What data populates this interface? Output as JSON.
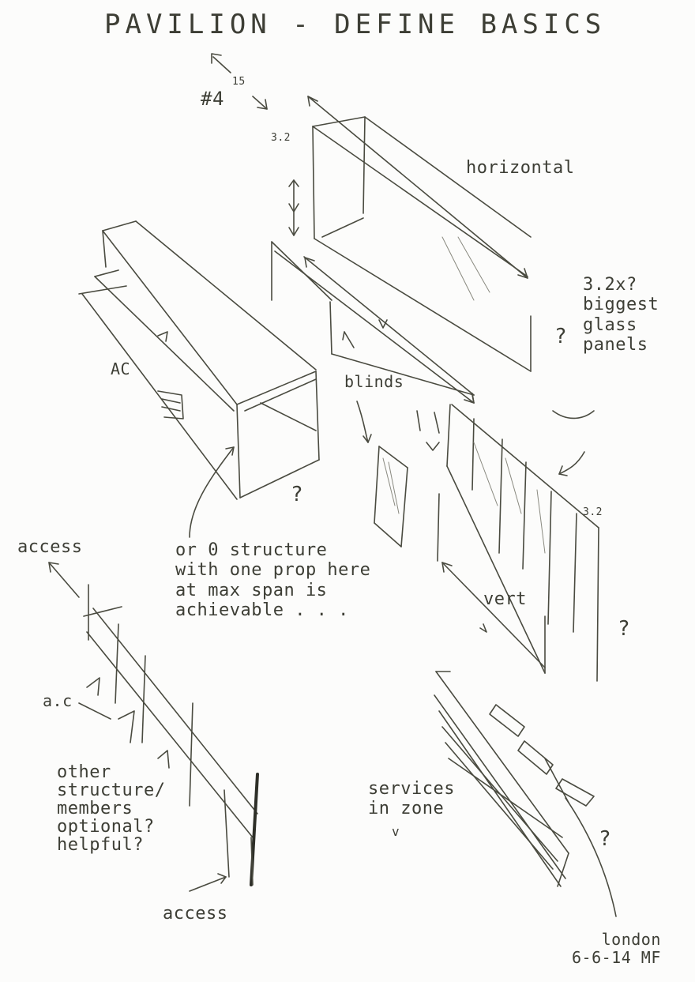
{
  "title": "PAVILION - DEFINE BASICS",
  "labels": {
    "ref_number": "#4",
    "ref_15": "15",
    "dim_top": "3.2",
    "dim_right": "3.2",
    "horizontal": "horizontal",
    "glass_note": "3.2x?\nbiggest\nglass\npanels",
    "ac_upper": "AC",
    "blinds": "blinds",
    "structure_note": "or 0 structure\nwith one prop here\nat max span is\nachievable . . .",
    "vert": "vert",
    "access_top": "access",
    "ac_lower": "a.c",
    "members_note": "other\nstructure/\nmembers\noptional?\nhelpful?",
    "access_bottom": "access",
    "services_note": "services\nin zone",
    "services_mark": "v",
    "signature": "london\n6-6-14 MF",
    "question_1": "?",
    "question_2": "?",
    "question_3": "?",
    "question_4": "?"
  },
  "colors": {
    "pencil": "#3d3e35",
    "paper": "#fcfcfb"
  }
}
